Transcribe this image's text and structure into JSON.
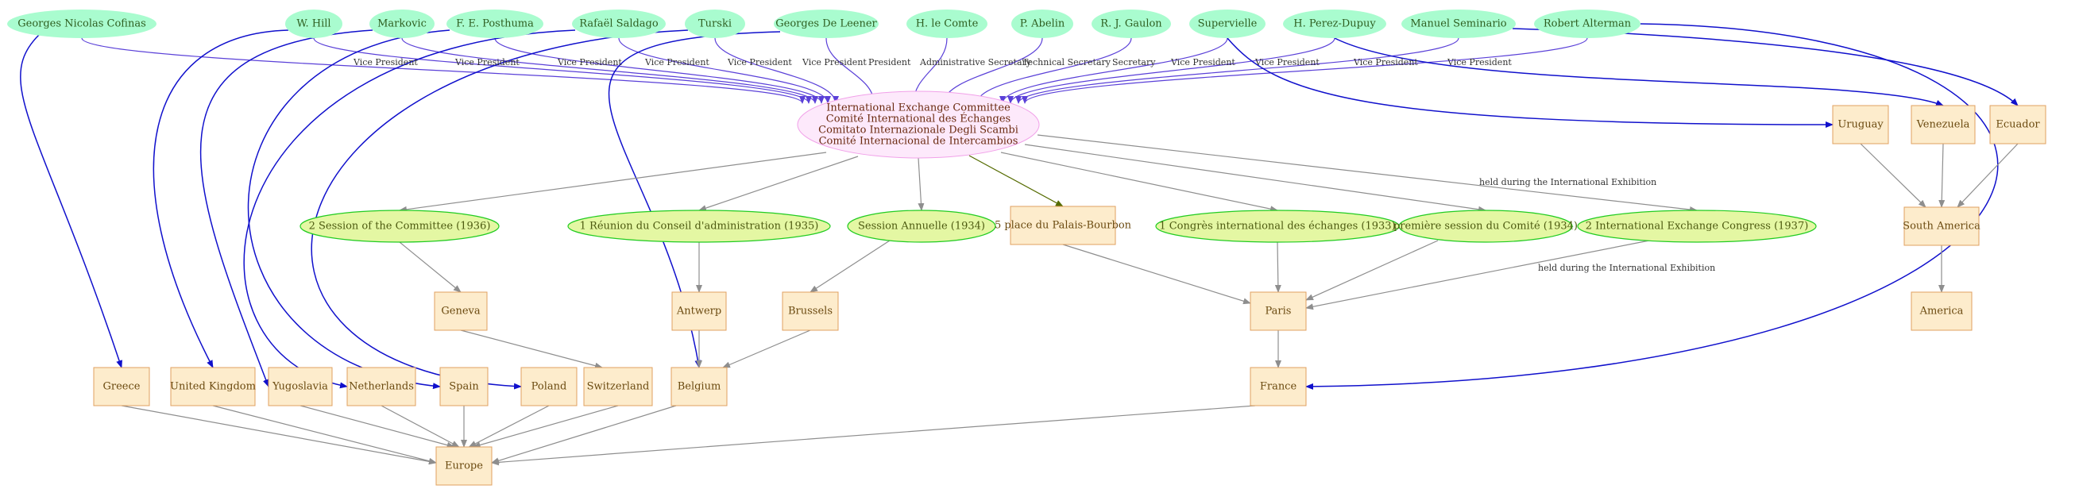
{
  "colors": {
    "person_fill": "#a9fccf",
    "person_text": "#2e5e20",
    "place_fill": "#fdeccc",
    "place_stroke": "#e0a060",
    "place_text": "#6b4a10",
    "event_fill": "#e4f7a3",
    "event_stroke": "#22cc22",
    "event_text": "#4d5a10",
    "center_fill": "#fde9fb",
    "center_stroke": "#f1a1e9",
    "center_text": "#6b2a10",
    "edge_blue": "#1010cc",
    "edge_purple": "#5a40d8",
    "edge_gray": "#8e8e8e",
    "edge_olive": "#556b00",
    "label_text": "#333333"
  },
  "center": {
    "lines": [
      "International Exchange Committee",
      "Comité International des Échanges",
      "Comitato Internazionale Degli Scambi",
      "Comité Internacional de Intercambios"
    ]
  },
  "people": [
    "Georges Nicolas Cofinas",
    "W. Hill",
    "Markovic",
    "F. E. Posthuma",
    "Rafaël Saldago",
    "Turski",
    "Georges De Leener",
    "H. le Comte",
    "P. Abelin",
    "R. J. Gaulon",
    "Supervielle",
    "H. Perez-Dupuy",
    "Manuel Seminario",
    "Robert Alterman"
  ],
  "events": [
    "2 Session of the Committee (1936)",
    "1 Réunion du Conseil d'administration  (1935)",
    "Session Annuelle  (1934)",
    "1 Congrès international des échanges (1933)",
    "première session du Comité  (1934)",
    "2 International Exchange Congress  (1937)"
  ],
  "places": {
    "palais": "5 place du Palais-Bourbon",
    "geneva": "Geneva",
    "antwerp": "Antwerp",
    "brussels": "Brussels",
    "paris": "Paris",
    "france": "France",
    "belgium": "Belgium",
    "switzerland": "Switzerland",
    "poland": "Poland",
    "spain": "Spain",
    "netherlands": "Netherlands",
    "yugoslavia": "Yugoslavia",
    "uk": "United Kingdom",
    "greece": "Greece",
    "europe": "Europe",
    "uruguay": "Uruguay",
    "venezuela": "Venezuela",
    "ecuador": "Ecuador",
    "south_america": "South America",
    "america": "America"
  },
  "edge_labels": {
    "vice_president": "Vice President",
    "president": "President",
    "administrative_secretary": "Administrative Secretary",
    "technical_secretary": "Technical Secretary",
    "secretary": "Secretary",
    "held_during": "held during the International Exhibition"
  }
}
